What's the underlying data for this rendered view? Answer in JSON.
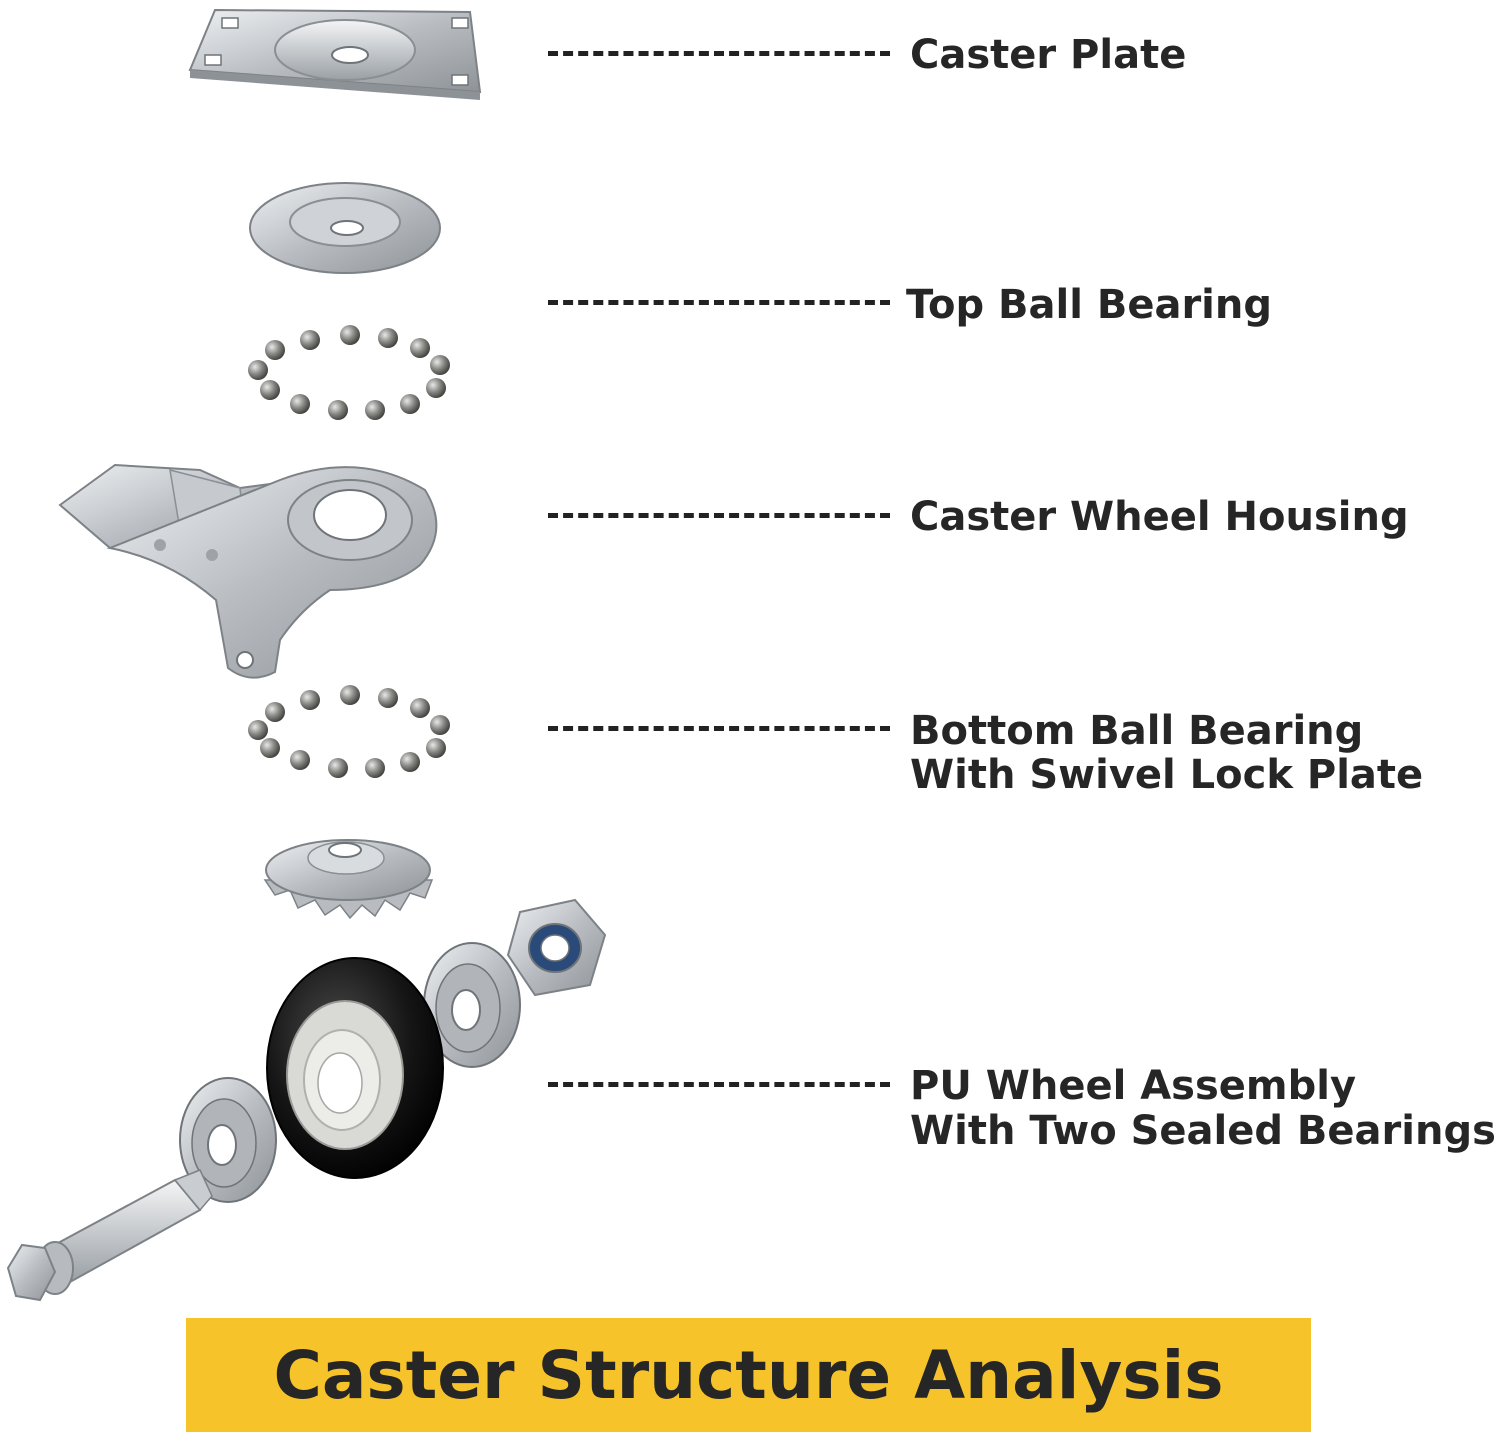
{
  "labels": {
    "caster_plate": "Caster Plate",
    "top_ball_bearing": "Top Ball Bearing",
    "caster_wheel_housing": "Caster Wheel Housing",
    "bottom_ball_bearing_line1": "Bottom Ball Bearing",
    "bottom_ball_bearing_line2": "With Swivel Lock Plate",
    "pu_wheel_line1": "PU Wheel Assembly",
    "pu_wheel_line2": "With Two Sealed Bearings"
  },
  "banner": {
    "title": "Caster Structure Analysis"
  },
  "colors": {
    "banner": "#f7c32b",
    "text": "#262626",
    "metal": "#c9ccd0",
    "wheel": "#151515"
  }
}
